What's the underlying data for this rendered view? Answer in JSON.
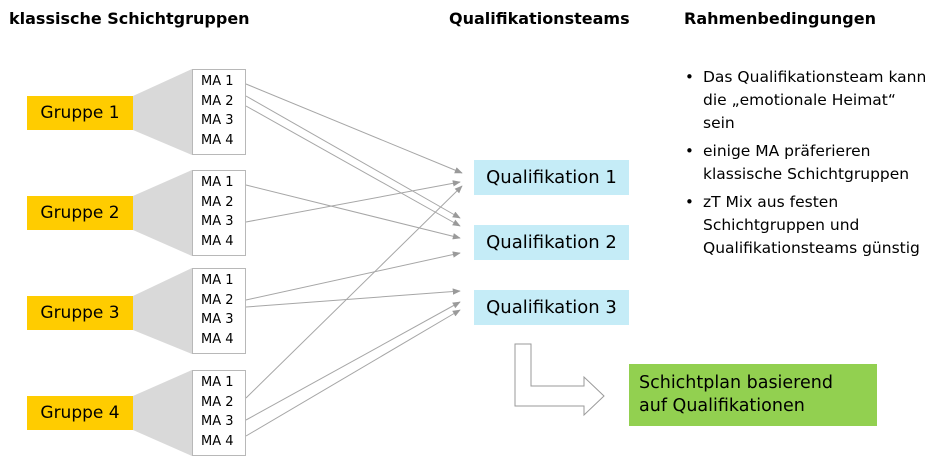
{
  "headings": {
    "left": "klassische Schichtgruppen",
    "middle": "Qualifikationsteams",
    "right": "Rahmenbedingungen"
  },
  "groups": [
    "Gruppe 1",
    "Gruppe 2",
    "Gruppe 3",
    "Gruppe 4"
  ],
  "members": [
    "MA 1",
    "MA 2",
    "MA 3",
    "MA 4"
  ],
  "qualifications": [
    "Qualifikation 1",
    "Qualifikation 2",
    "Qualifikation 3"
  ],
  "result": {
    "line1": "Schichtplan basierend",
    "line2": "auf Qualifikationen"
  },
  "conditions": [
    "Das Qualifikationsteam kann die „emotionale Heimat“ sein",
    "einige MA präferieren klassische Schichtgruppen",
    "zT Mix aus festen Schichtgruppen und Qualifikationsteams günstig"
  ],
  "colors": {
    "group_fill": "#ffcc00",
    "qualification_fill": "#c5ecf7",
    "result_fill": "#92d050",
    "connector": "#a6a6a6",
    "fan": "#d9d9d9"
  }
}
